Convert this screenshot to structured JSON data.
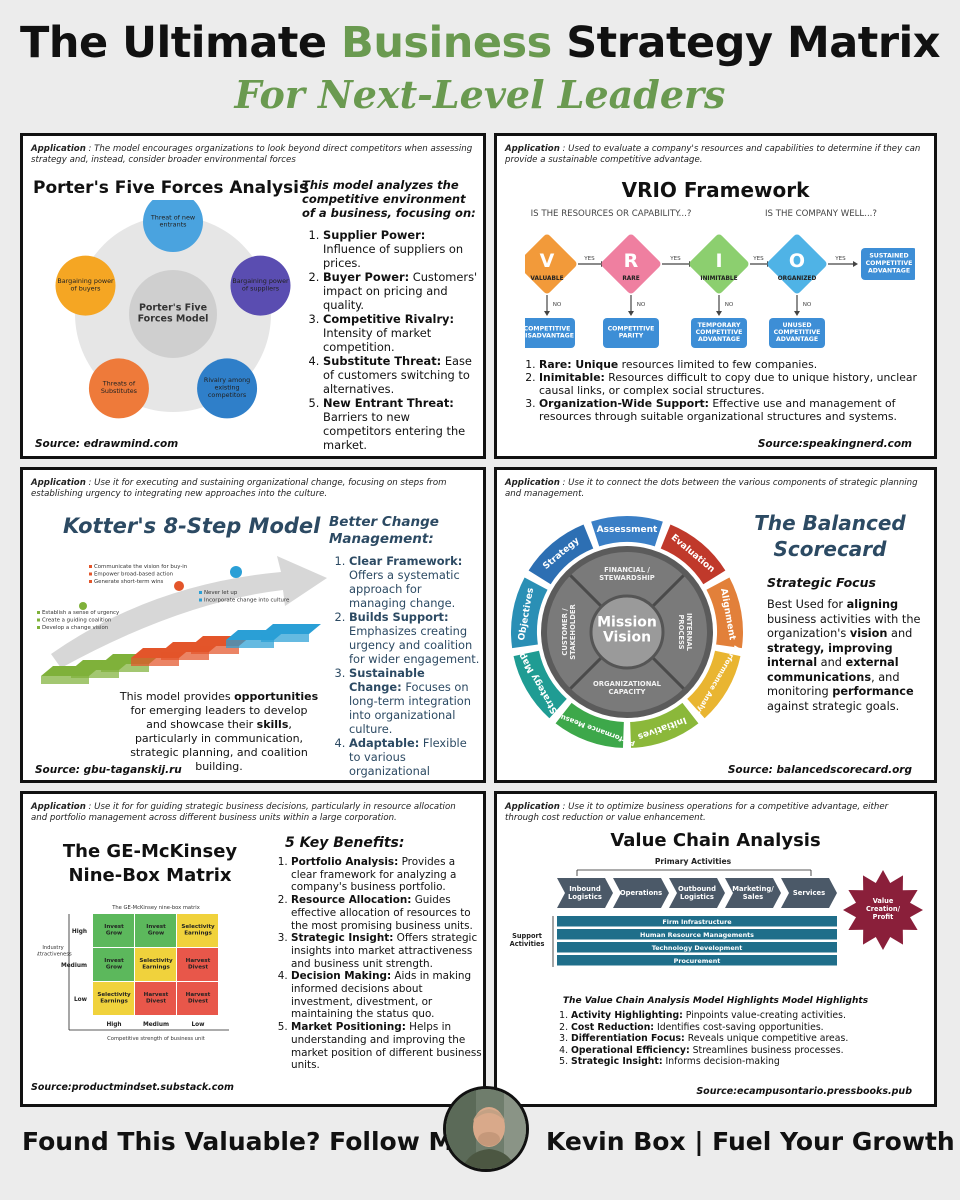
{
  "header": {
    "title_pre": "The Ultimate ",
    "title_accent": "Business",
    "title_post": " Strategy Matrix",
    "subtitle": "For Next-Level Leaders"
  },
  "colors": {
    "accent": "#6a9a50",
    "ink": "#111111"
  },
  "porter": {
    "app_label": "Application",
    "app_text": " : The model encourages organizations to look beyond direct competitors when assessing strategy and, instead, consider broader environmental forces",
    "title": "Porter's Five Forces Analysis",
    "intro": "This model analyzes the competitive environment of a business, focusing on:",
    "center": [
      "Porter's Five",
      "Forces Model"
    ],
    "forces": [
      {
        "lines": [
          "Threat of new",
          "entrants"
        ],
        "color": "#4aa3df"
      },
      {
        "lines": [
          "Bargaining power",
          "of suppliers"
        ],
        "color": "#5a4db1"
      },
      {
        "lines": [
          "Rivalry among",
          "existing",
          "competitors"
        ],
        "color": "#2f7fc9"
      },
      {
        "lines": [
          "Threats of",
          "Substitutes"
        ],
        "color": "#ee7a3a"
      },
      {
        "lines": [
          "Bargaining power",
          "of buyers"
        ],
        "color": "#f5a623"
      }
    ],
    "items": [
      {
        "b": "Supplier Power:",
        "t": " Influence of suppliers on prices."
      },
      {
        "b": "Buyer Power:",
        "t": " Customers' impact on pricing and quality."
      },
      {
        "b": "Competitive Rivalry:",
        "t": " Intensity of market competition."
      },
      {
        "b": "Substitute Threat:",
        "t": " Ease of customers switching to alternatives."
      },
      {
        "b": "New Entrant Threat:",
        "t": " Barriers to new competitors entering the market."
      }
    ],
    "source": "Source: edrawmind.com"
  },
  "vrio": {
    "app_label": "Application",
    "app_text": " : Used to evaluate a company's resources and capabilities to determine if they can provide a sustainable competitive advantage.",
    "title": "VRIO Framework",
    "q1": "IS THE RESOURCES OR CAPABILITY...?",
    "q2": "IS THE COMPANY WELL...?",
    "yes": "YES",
    "no": "NO",
    "letters": [
      {
        "l": "V",
        "name": "VALUABLE",
        "color": "#f29a3a"
      },
      {
        "l": "R",
        "name": "RARE",
        "color": "#ef7fa0"
      },
      {
        "l": "I",
        "name": "INIMITABLE",
        "color": "#8ccf6f"
      },
      {
        "l": "O",
        "name": "ORGANIZED",
        "color": "#4fb3e6"
      }
    ],
    "outcomes": [
      [
        "COMPETITIVE",
        "DISADVANTAGE"
      ],
      [
        "COMPETITIVE",
        "PARITY"
      ],
      [
        "TEMPORARY",
        "COMPETITIVE",
        "ADVANTAGE"
      ],
      [
        "UNUSED",
        "COMPETITIVE",
        "ADVANTAGE"
      ]
    ],
    "final": [
      "SUSTAINED",
      "COMPETITIVE",
      "ADVANTAGE"
    ],
    "items": [
      {
        "b": "Rare: Unique",
        "t": " resources limited to few companies."
      },
      {
        "b": "Inimitable:",
        "t": " Resources difficult to copy due to unique history, unclear causal links, or complex social structures."
      },
      {
        "b": "Organization-Wide Support:",
        "t": " Effective use and management of resources through suitable organizational structures and systems."
      }
    ],
    "source": "Source:speakingnerd.com"
  },
  "kotter": {
    "app_label": "Application",
    "app_text": " : Use it for executing and sustaining organizational change, focusing on steps from establishing urgency to integrating new approaches into the culture.",
    "title": "Kotter's 8-Step Model",
    "intro": "Better Change Management:",
    "steps_a": [
      "Establish a sense of urgency",
      "Create a guiding coalition",
      "Develop a change vision"
    ],
    "steps_b": [
      "Communicate the vision for buy-in",
      "Empower broad-based action",
      "Generate short-term wins"
    ],
    "steps_c": [
      "Never let up",
      "Incorporate change into culture"
    ],
    "para_parts": [
      "This model provides ",
      "opportunities",
      " for emerging leaders to develop and showcase their ",
      "skills",
      ", particularly in communication, strategic planning, and coalition building."
    ],
    "items": [
      {
        "b": "Clear Framework:",
        "t": " Offers a systematic approach for managing change."
      },
      {
        "b": "Builds Support:",
        "t": " Emphasizes creating urgency and coalition for wider engagement."
      },
      {
        "b": "Sustainable Change:",
        "t": " Focuses on long-term integration into organizational culture."
      },
      {
        "b": "Adaptable:",
        "t": " Flexible to various organizational contexts."
      }
    ],
    "source": "Source: gbu-taganskij.ru"
  },
  "bsc": {
    "app_label": "Application",
    "app_text": " : Use it to connect the dots between the various components of strategic planning and management.",
    "title": [
      "The Balanced",
      "Scorecard"
    ],
    "focus": "Strategic Focus",
    "center": [
      "Mission",
      "Vision"
    ],
    "quads": [
      "FINANCIAL / STEWARDSHIP",
      "INTERNAL PROCESS",
      "ORGANIZATIONAL CAPACITY",
      "CUSTOMER / STAKEHOLDER"
    ],
    "ring": [
      {
        "t": "Assessment",
        "c": "#3a7fc6"
      },
      {
        "t": "Evaluation",
        "c": "#c0392b"
      },
      {
        "t": "Alignment",
        "c": "#e2803a"
      },
      {
        "t": "Performance Analysis",
        "c": "#e9b531"
      },
      {
        "t": "Initiatives",
        "c": "#8bb83a"
      },
      {
        "t": "Performance Measures",
        "c": "#3da84a"
      },
      {
        "t": "Strategy Map",
        "c": "#1f9c93"
      },
      {
        "t": "Objectives",
        "c": "#2a8fb5"
      },
      {
        "t": "Strategy",
        "c": "#2d6fb3"
      }
    ],
    "para_parts": [
      {
        "t": "Best Used for ",
        "b": false
      },
      {
        "t": "aligning",
        "b": true
      },
      {
        "t": " business activities with the organization's ",
        "b": false
      },
      {
        "t": "vision",
        "b": true
      },
      {
        "t": " and ",
        "b": false
      },
      {
        "t": "strategy, improving internal",
        "b": true
      },
      {
        "t": " and ",
        "b": false
      },
      {
        "t": "external communications",
        "b": true
      },
      {
        "t": ", and monitoring ",
        "b": false
      },
      {
        "t": "performance",
        "b": true
      },
      {
        "t": " against strategic goals.",
        "b": false
      }
    ],
    "source": "Source: balancedscorecard.org"
  },
  "ge": {
    "app_label": "Application",
    "app_text": " : Use it for for guiding strategic business decisions, particularly in resource allocation and portfolio management across different business units within a large corporation.",
    "title": [
      "The GE-McKinsey",
      "Nine-Box Matrix"
    ],
    "intro": "5 Key Benefits:",
    "matrix_title": "The GE-McKinsey nine-box matrix",
    "y_axis": [
      "Industry",
      "Attractiveness"
    ],
    "x_axis": "Competitive strength of business unit",
    "rows": [
      "High",
      "Medium",
      "Low"
    ],
    "cols": [
      "High",
      "Medium",
      "Low"
    ],
    "cells": [
      [
        {
          "t": [
            "Invest",
            "Grow"
          ],
          "c": "#5cb85c"
        },
        {
          "t": [
            "Invest",
            "Grow"
          ],
          "c": "#5cb85c"
        },
        {
          "t": [
            "Selectivity",
            "Earnings"
          ],
          "c": "#f0d23c"
        }
      ],
      [
        {
          "t": [
            "Invest",
            "Grow"
          ],
          "c": "#5cb85c"
        },
        {
          "t": [
            "Selectivity",
            "Earnings"
          ],
          "c": "#f0d23c"
        },
        {
          "t": [
            "Harvest",
            "Divest"
          ],
          "c": "#e8574a"
        }
      ],
      [
        {
          "t": [
            "Selectivity",
            "Earnings"
          ],
          "c": "#f0d23c"
        },
        {
          "t": [
            "Harvest",
            "Divest"
          ],
          "c": "#e8574a"
        },
        {
          "t": [
            "Harvest",
            "Divest"
          ],
          "c": "#e8574a"
        }
      ]
    ],
    "items": [
      {
        "b": "Portfolio Analysis:",
        "t": " Provides a clear framework for analyzing a company's business portfolio."
      },
      {
        "b": "Resource Allocation:",
        "t": " Guides effective allocation of resources to the most promising business units."
      },
      {
        "b": "Strategic Insight:",
        "t": " Offers strategic insights into market attractiveness and business unit strength."
      },
      {
        "b": "Decision Making:",
        "t": " Aids in making informed decisions about investment, divestment, or maintaining the status quo."
      },
      {
        "b": "Market Positioning:",
        "t": " Helps in understanding and improving the market position of different business units."
      }
    ],
    "source": "Source:productmindset.substack.com"
  },
  "vca": {
    "app_label": "Application",
    "app_text": " : Use it to optimize business operations for a competitive advantage, either through cost reduction or value enhancement.",
    "title": "Value Chain Analysis",
    "primary_label": "Primary Activities",
    "primary": [
      [
        "Inbound",
        "Logistics"
      ],
      [
        "Operations"
      ],
      [
        "Outbound",
        "Logistics"
      ],
      [
        "Marketing/",
        "Sales"
      ],
      [
        "Services"
      ]
    ],
    "support_label": [
      "Support",
      "Activities"
    ],
    "support": [
      "Firm Infrastructure",
      "Human Resource Managements",
      "Technology Development",
      "Procurement"
    ],
    "value": [
      "Value",
      "Creation/",
      "Profit"
    ],
    "highlights_title": "The Value Chain Analysis Model Highlights Model Highlights",
    "items": [
      {
        "b": "Activity Highlighting:",
        "t": " Pinpoints value-creating activities."
      },
      {
        "b": "Cost Reduction:",
        "t": " Identifies cost-saving opportunities."
      },
      {
        "b": "Differentiation Focus:",
        "t": " Reveals unique competitive areas."
      },
      {
        "b": "Operational Efficiency:",
        "t": " Streamlines business processes."
      },
      {
        "b": "Strategic Insight:",
        "t": " Informs decision-making"
      }
    ],
    "source": "Source:ecampusontario.pressbooks.pub"
  },
  "footer": {
    "left": "Found This Valuable? Follow Me",
    "right": "Kevin Box | Fuel Your Growth"
  }
}
